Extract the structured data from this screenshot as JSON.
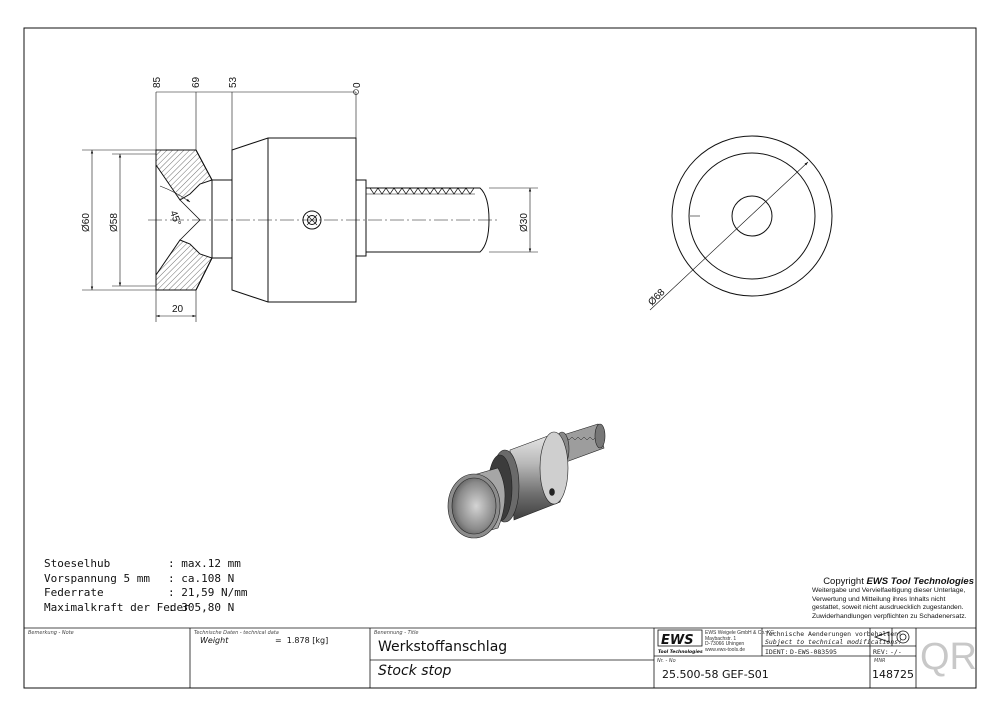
{
  "dimensions": {
    "top_85": "85",
    "top_69": "69",
    "top_53": "53",
    "top_0": "0",
    "dia_60": "Ø60",
    "dia_58": "Ø58",
    "dia_30": "Ø30",
    "dia_68": "Ø68",
    "angle_45": "45°",
    "len_20": "20"
  },
  "specs": [
    {
      "label": "Stoeselhub",
      "value": ": max.12 mm"
    },
    {
      "label": "Vorspannung 5 mm",
      "value": ": ca.108 N"
    },
    {
      "label": "Federrate",
      "value": ": 21,59 N/mm"
    },
    {
      "label": "Maximalkraft der Feder",
      "value": ": 305,80 N"
    }
  ],
  "copyright": {
    "prefix": "Copyright ",
    "brand": "EWS Tool Technologies",
    "lines": [
      "Weitergabe und Vervielfaeltigung dieser Unterlage,",
      "Verwertung und Mitteilung ihres Inhalts nicht",
      "gestattet, soweit nicht ausdruecklich zugestanden.",
      "Zuwiderhandlungen verpflichten zu Schadenersatz."
    ]
  },
  "title_block": {
    "note_label": "Bemerkung - Note",
    "tech_label": "Technische Daten - technical data",
    "weight_label": "Weight",
    "weight_value": "=  1.878 [kg]",
    "title_label": "Benennung - Title",
    "title_de": "Werkstoffanschlag",
    "title_en": "Stock stop",
    "logo_text": "EWS",
    "logo_sub": "Tool Technologies",
    "company_lines": [
      "EWS Weigele GmbH & Co. KG",
      "Maybachstr. 1",
      "D-73066 Uhingen",
      "www.ews-tools.de"
    ],
    "change_note_de": "Technische Aenderungen vorbehalten!",
    "change_note_en": "Subject to technical modifications!",
    "ident_label": "IDENT:",
    "ident_value": "D-EWS-083595",
    "rev_label": "REV:",
    "rev_value": "-/-",
    "nr_label": "Nr. - No",
    "part_number": "25.500-58 GEF-S01",
    "mnr_label": "MNR",
    "mnr_value": "148725",
    "qr_text": "QR"
  }
}
